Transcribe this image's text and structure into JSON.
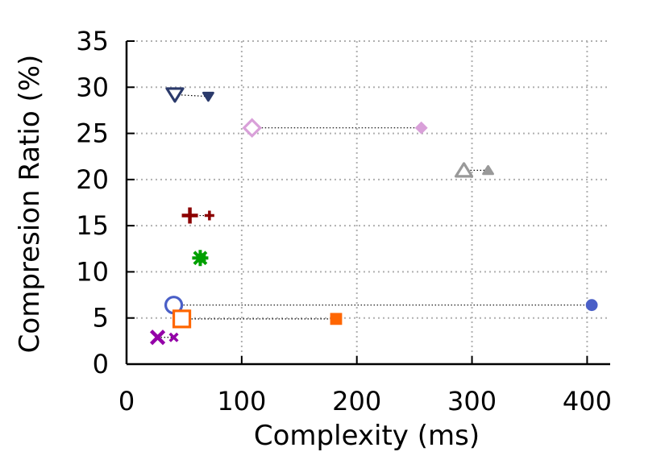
{
  "chart_data": {
    "type": "scatter",
    "title": "",
    "xlabel": "Complexity (ms)",
    "ylabel": "Compresion Ratio (%)",
    "xlim": [
      0,
      420
    ],
    "ylim": [
      0,
      35
    ],
    "xticks": [
      0,
      100,
      200,
      300,
      400
    ],
    "yticks": [
      0,
      5,
      10,
      15,
      20,
      25,
      30,
      35
    ],
    "grid": true,
    "legend": "none",
    "series": [
      {
        "marker": "triangle-down",
        "color": "#2b3a6b",
        "points": [
          [
            42,
            29.2
          ],
          [
            71,
            29.0
          ]
        ]
      },
      {
        "marker": "diamond",
        "color": "#d9a0d9",
        "points": [
          [
            109,
            25.6
          ],
          [
            256,
            25.6
          ]
        ]
      },
      {
        "marker": "triangle-up",
        "color": "#999999",
        "points": [
          [
            293,
            21.0
          ],
          [
            314,
            21.0
          ]
        ]
      },
      {
        "marker": "plus",
        "color": "#8b0000",
        "points": [
          [
            55,
            16.1
          ],
          [
            72,
            16.1
          ]
        ]
      },
      {
        "marker": "asterisk",
        "color": "#00a000",
        "points": [
          [
            64,
            11.5
          ],
          [
            65,
            11.5
          ]
        ]
      },
      {
        "marker": "circle",
        "color": "#4a5fc7",
        "points": [
          [
            41,
            6.4
          ],
          [
            404,
            6.4
          ]
        ]
      },
      {
        "marker": "square",
        "color": "#ff6600",
        "points": [
          [
            48,
            4.9
          ],
          [
            182,
            4.9
          ]
        ]
      },
      {
        "marker": "cross",
        "color": "#9400a8",
        "points": [
          [
            27,
            2.9
          ],
          [
            41,
            2.9
          ]
        ]
      }
    ]
  }
}
